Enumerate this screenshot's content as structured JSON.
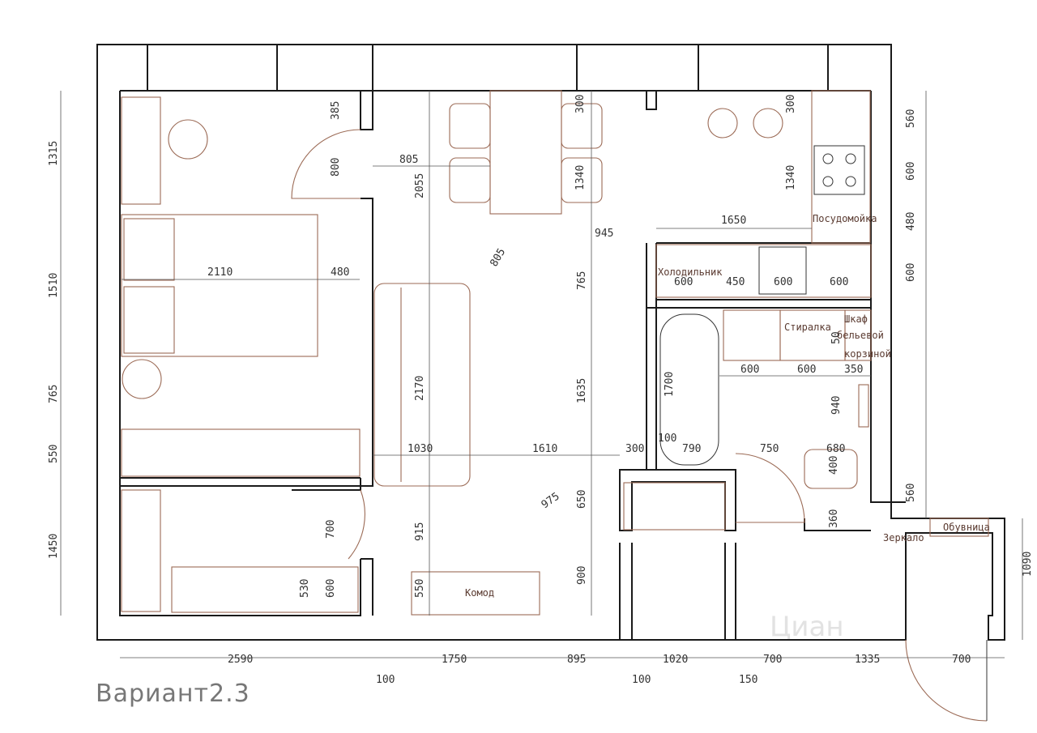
{
  "title": "Вариант2.3",
  "watermark": "Циан",
  "labels": {
    "fridge": "Холодильник",
    "dishwasher": "Посудомойка",
    "washer": "Стиралка",
    "laundry_line1": "Шкаф",
    "laundry_line2": "бельевой",
    "laundry_line3": "корзиной",
    "mirror": "Зеркало",
    "shoe_rack": "Обувница",
    "dresser": "Комод"
  },
  "dims_bottom": [
    "2590",
    "1750",
    "895",
    "1020",
    "700",
    "1335",
    "700"
  ],
  "dims_bottom_small": [
    "100",
    "100",
    "150"
  ],
  "dims_left": [
    "1315",
    "1510",
    "765",
    "550",
    "1450"
  ],
  "dims_right": [
    "560",
    "600",
    "480",
    "600",
    "560",
    "1090"
  ],
  "dims_inner": {
    "d385": "385",
    "d800": "800",
    "d805a": "805",
    "d2055": "2055",
    "d300a": "300",
    "d1340a": "1340",
    "d300b": "300",
    "d1340b": "1340",
    "d1650": "1650",
    "d945": "945",
    "d805b": "805",
    "d765": "765",
    "d2110": "2110",
    "d480": "480",
    "d600a": "600",
    "d450": "450",
    "d600b": "600",
    "d600c": "600",
    "d2170": "2170",
    "d1635": "1635",
    "d1700": "1700",
    "d600d": "600",
    "d600e": "600",
    "d350": "350",
    "d50": "50",
    "d940": "940",
    "d1030": "1030",
    "d1610": "1610",
    "d300c": "300",
    "d100": "100",
    "d790": "790",
    "d750": "750",
    "d680": "680",
    "d400": "400",
    "d360": "360",
    "d975": "975",
    "d650": "650",
    "d700": "700",
    "d915": "915",
    "d900": "900",
    "d550": "550",
    "d530": "530",
    "d600f": "600"
  }
}
